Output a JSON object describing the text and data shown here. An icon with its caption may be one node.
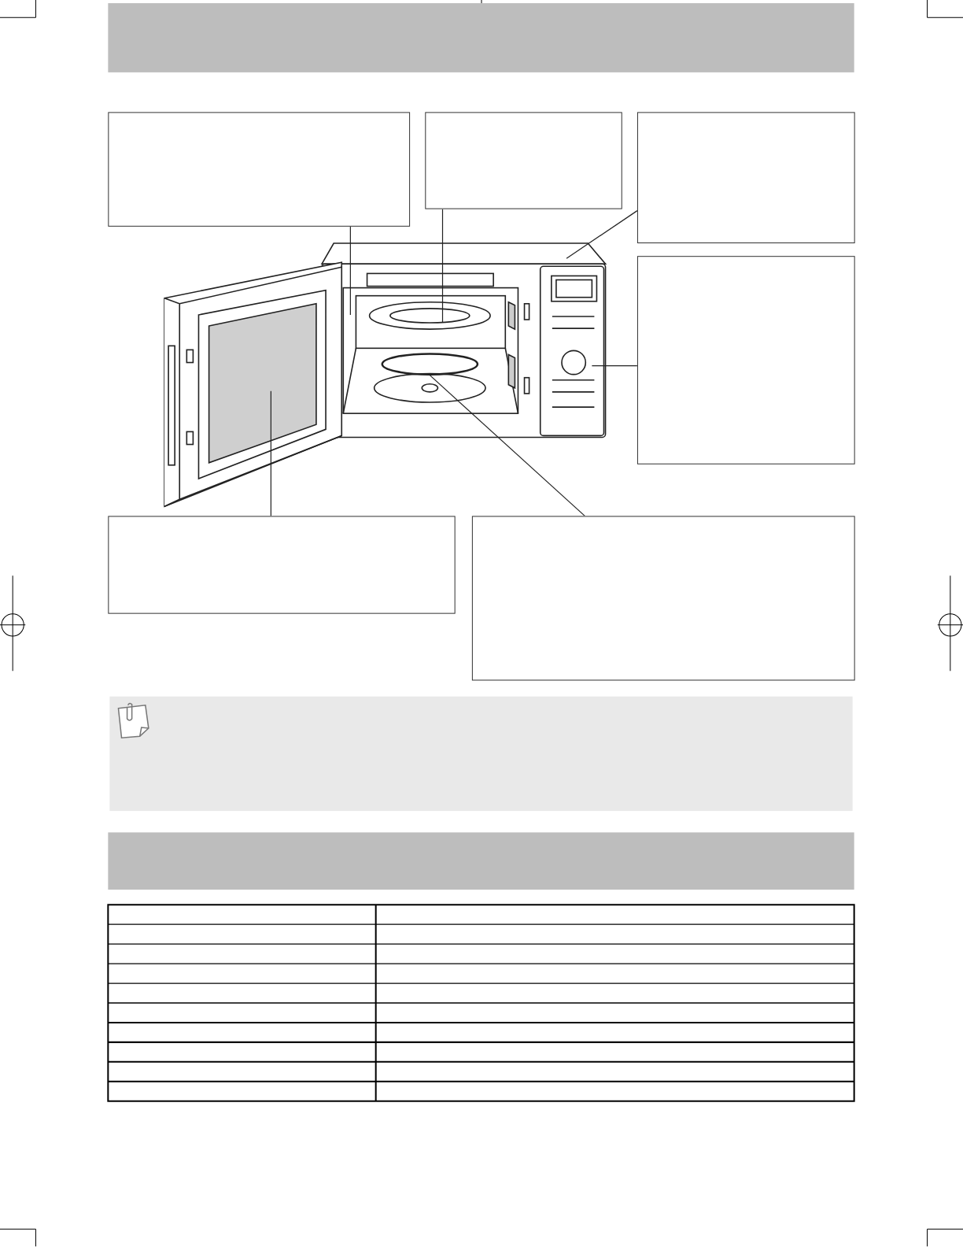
{
  "diagram": {
    "nodes": [
      {
        "text": [],
        "shape": "box"
      },
      {
        "text": [],
        "shape": "box"
      },
      {
        "text": [],
        "shape": "box"
      },
      {
        "text": [],
        "shape": "box"
      },
      {
        "text": [],
        "shape": "box"
      },
      {
        "text": [],
        "shape": "box"
      }
    ],
    "edges": [
      {
        "from": 0,
        "to": null,
        "arrow": "none"
      },
      {
        "from": 1,
        "to": null,
        "arrow": "none"
      },
      {
        "from": 2,
        "to": null,
        "arrow": "none"
      },
      {
        "from": 3,
        "to": null,
        "arrow": "none"
      },
      {
        "from": 4,
        "to": null,
        "arrow": "none"
      },
      {
        "from": 5,
        "to": null,
        "arrow": "none"
      }
    ]
  }
}
